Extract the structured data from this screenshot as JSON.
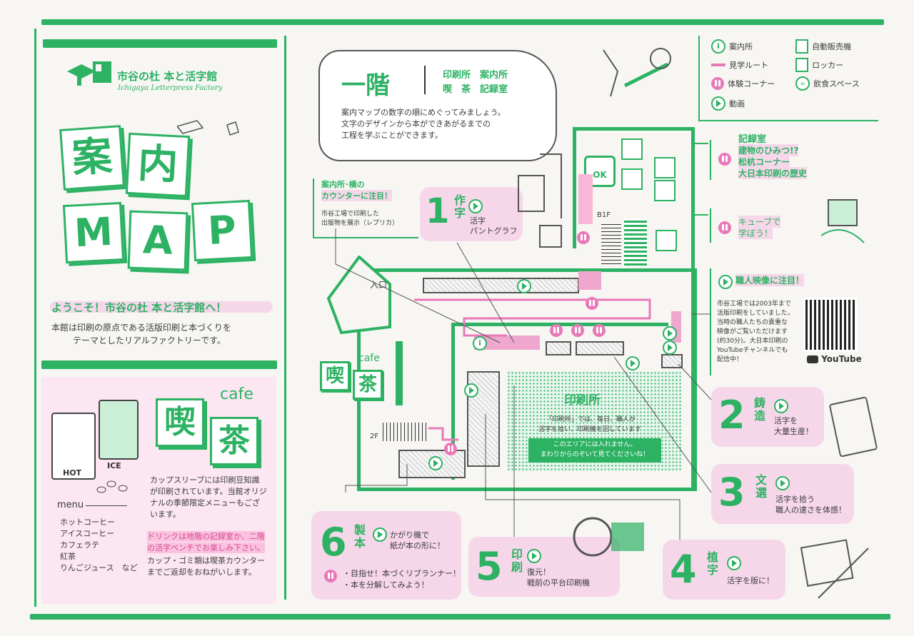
{
  "brand": {
    "name": "市谷の杜 本と活字館",
    "sub": "Ichigaya Letterpress Factory"
  },
  "title": {
    "line1": [
      "案",
      "内"
    ],
    "line2": [
      "M",
      "A",
      "P"
    ]
  },
  "welcome": {
    "headline": "ようこそ！市谷の杜 本と活字館へ！",
    "body1": "本館は印刷の原点である活版印刷と本づくりを",
    "body2": "テーマとしたリアルファクトリーです。"
  },
  "cafe_panel": {
    "cafe": "cafe",
    "kanji": [
      "喫",
      "茶"
    ],
    "hot": "HOT",
    "ice": "ICE",
    "sleeve1": "カップスリーブには印刷豆知識",
    "sleeve2": "が印刷されています。当館オリジ",
    "sleeve3": "ナルの季節限定メニューもござ",
    "sleeve4": "います。",
    "menu_title": "menu",
    "menu": [
      "ホットコーヒー",
      "アイスコーヒー",
      "カフェラテ",
      "紅茶",
      "りんごジュース　など"
    ],
    "note1": "ドリンクは地階の記録室か、二階",
    "note2": "の活字ベンチでお楽しみ下さい。",
    "note3": "カップ・ゴミ類は喫茶カウンター",
    "note4": "までご返却をおねがいします。"
  },
  "floor": {
    "name": "一階",
    "rooms1": "印刷所　案内所",
    "rooms2": "喫　茶　記録室",
    "desc1": "案内マップの数字の順にめぐってみましょう。",
    "desc2": "文字のデザインから本ができあがるまでの",
    "desc3": "工程を学ぶことができます。"
  },
  "legend": {
    "info": "案内所",
    "route": "見学ルート",
    "experience": "体験コーナー",
    "video": "動画",
    "vending": "自動販売機",
    "locker": "ロッカー",
    "eating": "飲食スペース"
  },
  "callouts": {
    "reception_title1": "案内所･横の",
    "reception_title2": "カウンターに注目！",
    "reception_text1": "市谷工場で印刷した",
    "reception_text2": "出版物を展示（レプリカ）",
    "archive_title": "記録室",
    "archive1": "建物のひみつ!?",
    "archive2": "松杭コーナー",
    "archive3": "大日本印刷の歴史",
    "cube": "キューブで",
    "cube2": "学ぼう！",
    "video_title": "職人映像に注目！",
    "video1": "市谷工場では2003年まで",
    "video2": "活版印刷をしていました。",
    "video3": "当時の職人たちの貴重な",
    "video4": "映像がご覧いただけます",
    "video5": "(約30分)。大日本印刷の",
    "video6": "YouTubeチャンネルでも",
    "video7": "配信中！",
    "youtube": "YouTube"
  },
  "map": {
    "entrance": "入口",
    "b1f": "B1F",
    "f2": "2F",
    "ok": "OK",
    "printshop": "印刷所",
    "printshop_note1": "「印刷所」では、毎日、職人が",
    "printshop_note2": "活字を拾い、印刷機を回しています",
    "printshop_warn1": "このエリアには入れません。",
    "printshop_warn2": "まわりからのぞいて見てくださいね！",
    "cafe": "cafe",
    "cafe_kanji": [
      "喫",
      "茶"
    ]
  },
  "stations": [
    {
      "num": "1",
      "name": "作字",
      "desc1": "活字",
      "desc2": "パントグラフ"
    },
    {
      "num": "2",
      "name": "鋳造",
      "desc1": "活字を",
      "desc2": "大量生産！"
    },
    {
      "num": "3",
      "name": "文選",
      "desc1": "活字を拾う",
      "desc2": "職人の速さを体感！"
    },
    {
      "num": "4",
      "name": "植字",
      "desc1": "活字を版に！",
      "desc2": ""
    },
    {
      "num": "5",
      "name": "印刷",
      "desc1": "復元！",
      "desc2": "戦前の平台印刷機"
    },
    {
      "num": "6",
      "name": "製本",
      "desc1": "かがり機で",
      "desc2": "紙が本の形に！",
      "extra1": "・目指せ！本づくリブランナー！",
      "extra2": "・本を分解してみよう！"
    }
  ],
  "colors": {
    "green": "#2db264",
    "pink": "#f6d7ea",
    "magenta": "#e879b9"
  }
}
